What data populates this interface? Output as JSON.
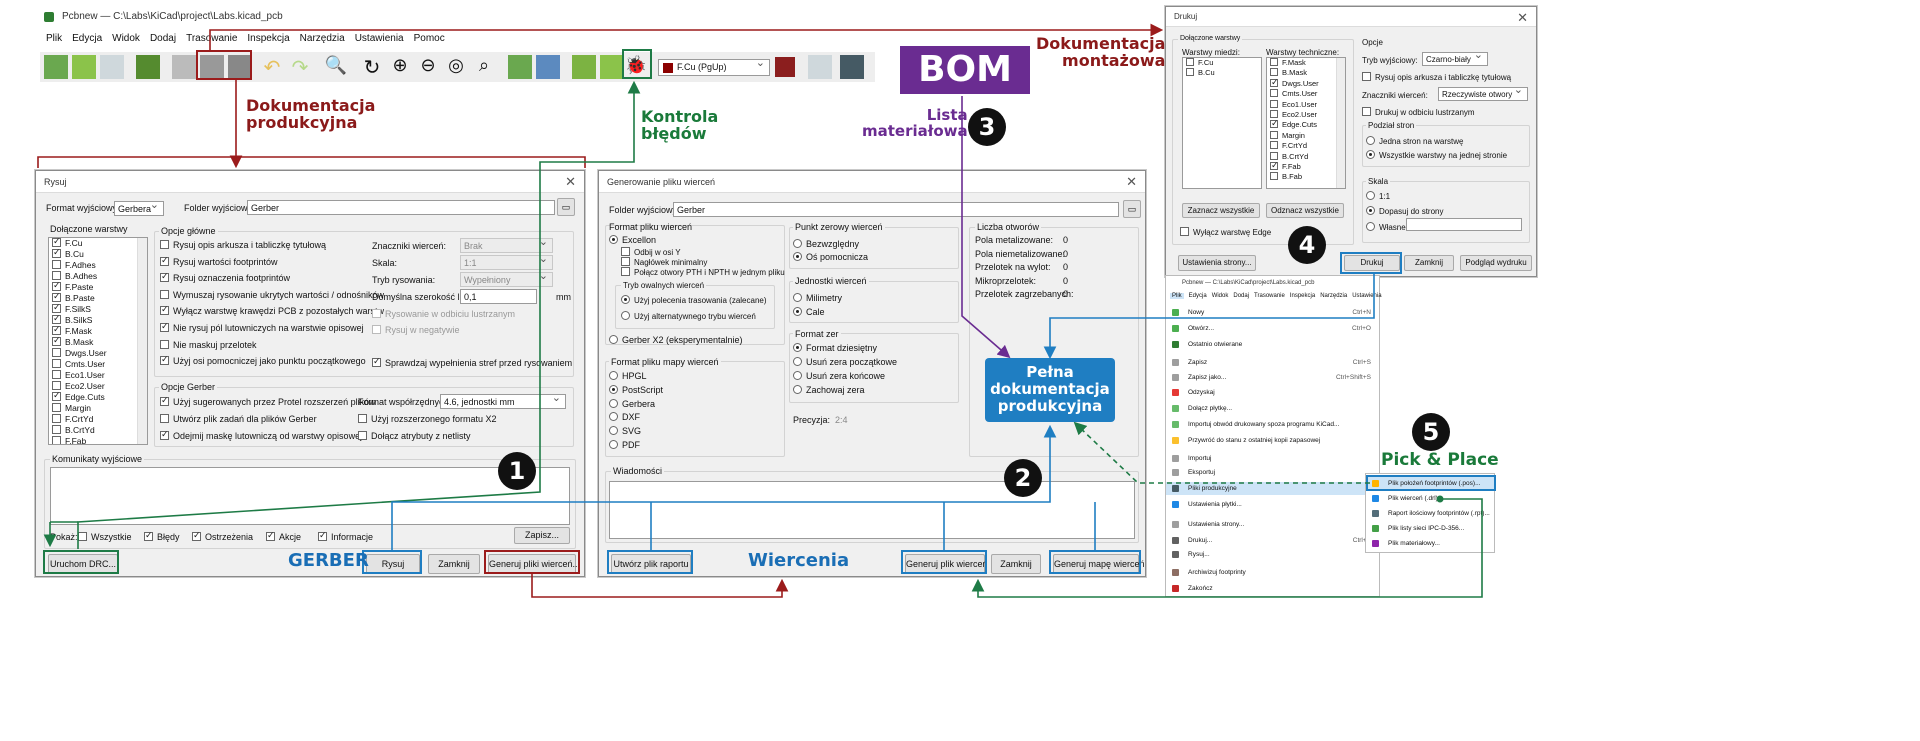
{
  "main": {
    "title": "Pcbnew — C:\\Labs\\KiCad\\project\\Labs.kicad_pcb",
    "menu": [
      "Plik",
      "Edycja",
      "Widok",
      "Dodaj",
      "Trasowanie",
      "Inspekcja",
      "Narzędzia",
      "Ustawienia",
      "Pomoc"
    ],
    "layer_select": "F.Cu (PgUp)"
  },
  "annotations": {
    "dok_prod": "Dokumentacja\nprodukcyjna",
    "kontrola": "Kontrola\nbłędów",
    "bom": "BOM",
    "lista": "Lista\nmateriałowa",
    "dok_mont": "Dokumentacja\nmontażowa",
    "pelna": "Pełna\ndokumentacja\nprodukcyjna",
    "gerber": "GERBER",
    "wiercenia": "Wiercenia",
    "pick_place": "Pick & Place",
    "n1": "1",
    "n2": "2",
    "n3": "3",
    "n4": "4",
    "n5": "5"
  },
  "rysuj": {
    "title": "Rysuj",
    "format_label": "Format wyjściowy:",
    "format_value": "Gerbera",
    "folder_label": "Folder wyjściowy:",
    "folder_value": "Gerber",
    "layers_title": "Dołączone warstwy",
    "layers": [
      {
        "n": "F.Cu",
        "c": true
      },
      {
        "n": "B.Cu",
        "c": true
      },
      {
        "n": "F.Adhes",
        "c": false
      },
      {
        "n": "B.Adhes",
        "c": false
      },
      {
        "n": "F.Paste",
        "c": true
      },
      {
        "n": "B.Paste",
        "c": true
      },
      {
        "n": "F.SilkS",
        "c": true
      },
      {
        "n": "B.SilkS",
        "c": true
      },
      {
        "n": "F.Mask",
        "c": true
      },
      {
        "n": "B.Mask",
        "c": true
      },
      {
        "n": "Dwgs.User",
        "c": false
      },
      {
        "n": "Cmts.User",
        "c": false
      },
      {
        "n": "Eco1.User",
        "c": false
      },
      {
        "n": "Eco2.User",
        "c": false
      },
      {
        "n": "Edge.Cuts",
        "c": true
      },
      {
        "n": "Margin",
        "c": false
      },
      {
        "n": "F.CrtYd",
        "c": false
      },
      {
        "n": "B.CrtYd",
        "c": false
      },
      {
        "n": "F.Fab",
        "c": false
      }
    ],
    "general_title": "Opcje główne",
    "general": [
      {
        "t": "Rysuj opis arkusza i tabliczkę tytułową",
        "c": false
      },
      {
        "t": "Rysuj wartości footprintów",
        "c": true
      },
      {
        "t": "Rysuj oznaczenia footprintów",
        "c": true
      },
      {
        "t": "Wymuszaj rysowanie ukrytych wartości / odnośników",
        "c": false
      },
      {
        "t": "Wyłącz warstwę krawędzi PCB z pozostałych warstw",
        "c": true
      },
      {
        "t": "Nie rysuj pól lutowniczych na warstwie opisowej",
        "c": true
      },
      {
        "t": "Nie maskuj przelotek",
        "c": false
      },
      {
        "t": "Użyj osi pomocniczej jako punktu początkowego",
        "c": true
      }
    ],
    "znaczniki_label": "Znaczniki wierceń:",
    "znaczniki_value": "Brak",
    "skala_label": "Skala:",
    "skala_value": "1:1",
    "tryb_label": "Tryb rysowania:",
    "tryb_value": "Wypełniony",
    "szer_label": "Domyślna szerokość linii:",
    "szer_value": "0,1",
    "szer_unit": "mm",
    "lustro": "Rysowanie w odbiciu lustrzanym",
    "negatyw": "Rysuj w negatywie",
    "spr": "Sprawdzaj wypełnienia stref przed rysowaniem",
    "gerber_title": "Opcje Gerber",
    "g1": "Użyj sugerowanych przez Protel rozszerzeń plików",
    "g2": "Utwórz plik zadań dla plików Gerber",
    "g3": "Odejmij maskę lutowniczą od warstwy opisowej",
    "fmt_label": "Format współrzędnych:",
    "fmt_value": "4.6, jednostki mm",
    "x2": "Użyj rozszerzonego formatu X2",
    "netlist": "Dołącz atrybuty z netlisty",
    "kom_title": "Komunikaty wyjściowe",
    "pokaz": "Pokaż:",
    "f_all": "Wszystkie",
    "f_err": "Błędy",
    "f_warn": "Ostrzeżenia",
    "f_act": "Akcje",
    "f_info": "Informacje",
    "zapisz": "Zapisz...",
    "drc": "Uruchom DRC...",
    "rysuj_btn": "Rysuj",
    "zamknij": "Zamknij",
    "gen_wierc": "Generuj pliki wierceń..."
  },
  "drill": {
    "title": "Generowanie pliku wierceń",
    "folder_label": "Folder wyjściowy:",
    "folder_value": "Gerber",
    "fmt_title": "Format pliku wierceń",
    "excellon": "Excellon",
    "odbij": "Odbij w osi Y",
    "nagl": "Nagłówek minimalny",
    "polacz": "Połącz otwory PTH i NPTH w jednym pliku",
    "owal_title": "Tryb owalnych wierceń",
    "owal1": "Użyj polecenia trasowania (zalecane)",
    "owal2": "Użyj alternatywnego trybu wierceń",
    "gerberx2": "Gerber X2 (eksperymentalnie)",
    "mapa_title": "Format pliku mapy wierceń",
    "mapa": [
      "HPGL",
      "PostScript",
      "Gerbera",
      "DXF",
      "SVG",
      "PDF"
    ],
    "zero_title": "Punkt zerowy wierceń",
    "zero1": "Bezwzględny",
    "zero2": "Oś pomocnicza",
    "jedn_title": "Jednostki wierceń",
    "jedn1": "Milimetry",
    "jedn2": "Cale",
    "zer_title": "Format zer",
    "zer": [
      "Format dziesiętny",
      "Usuń zera początkowe",
      "Usuń zera końcowe",
      "Zachowaj zera"
    ],
    "prec_label": "Precyzja:",
    "prec_value": "2:4",
    "liczba_title": "Liczba otworów",
    "liczba": [
      {
        "k": "Pola metalizowane:",
        "v": "0"
      },
      {
        "k": "Pola niemetalizowane:",
        "v": "0"
      },
      {
        "k": "Przelotek na wylot:",
        "v": "0"
      },
      {
        "k": "Mikroprzelotek:",
        "v": "0"
      },
      {
        "k": "Przelotek zagrzebanych:",
        "v": "0"
      }
    ],
    "wiad_title": "Wiadomości",
    "raport": "Utwórz plik raportu",
    "gen_plik": "Generuj plik wierceń",
    "zamknij": "Zamknij",
    "gen_mape": "Generuj mapę wierceń"
  },
  "druk": {
    "title": "Drukuj",
    "dol_title": "Dołączone warstwy",
    "miedz_title": "Warstwy miedzi:",
    "miedz": [
      "F.Cu",
      "B.Cu"
    ],
    "tech_title": "Warstwy techniczne:",
    "tech": [
      {
        "n": "F.Mask",
        "c": false
      },
      {
        "n": "B.Mask",
        "c": false
      },
      {
        "n": "Dwgs.User",
        "c": true
      },
      {
        "n": "Cmts.User",
        "c": false
      },
      {
        "n": "Eco1.User",
        "c": false
      },
      {
        "n": "Eco2.User",
        "c": false
      },
      {
        "n": "Edge.Cuts",
        "c": true
      },
      {
        "n": "Margin",
        "c": false
      },
      {
        "n": "F.CrtYd",
        "c": false
      },
      {
        "n": "B.CrtYd",
        "c": false
      },
      {
        "n": "F.Fab",
        "c": true
      },
      {
        "n": "B.Fab",
        "c": false
      }
    ],
    "zaznacz": "Zaznacz wszystkie",
    "odznacz": "Odznacz wszystkie",
    "wylacz": "Wyłącz warstwę Edge",
    "opcje_title": "Opcje",
    "tryb_label": "Tryb wyjściowy:",
    "tryb_value": "Czarno-biały",
    "rysuj_opis": "Rysuj opis arkusza i tabliczkę tytułową",
    "znacz_label": "Znaczniki wierceń:",
    "znacz_value": "Rzeczywiste otwory",
    "lustro": "Drukuj w odbiciu lustrzanym",
    "podzial_title": "Podział stron",
    "podzial1": "Jedna stron na warstwę",
    "podzial2": "Wszystkie warstwy na jednej stronie",
    "skala_title": "Skala",
    "skala1": "1:1",
    "skala2": "Dopasuj do strony",
    "skala3": "Własne:",
    "ustaw": "Ustawienia strony...",
    "drukuj": "Drukuj",
    "zamknij": "Zamknij",
    "podglad": "Podgląd wydruku"
  },
  "filemenu": {
    "title": "Pcbnew — C:\\Labs\\KiCad\\project\\Labs.kicad_pcb",
    "menubar": [
      "Plik",
      "Edycja",
      "Widok",
      "Dodaj",
      "Trasowanie",
      "Inspekcja",
      "Narzędzia",
      "Ustawienia"
    ],
    "items": [
      {
        "t": "Nowy",
        "s": "Ctrl+N"
      },
      {
        "t": "Otwórz...",
        "s": "Ctrl+O"
      },
      {
        "t": "Ostatnio otwierane",
        "s": ""
      },
      {
        "t": "Zapisz",
        "s": "Ctrl+S"
      },
      {
        "t": "Zapisz jako...",
        "s": "Ctrl+Shift+S"
      },
      {
        "t": "Odzyskaj",
        "s": ""
      },
      {
        "t": "Dołącz płytkę...",
        "s": ""
      },
      {
        "t": "Importuj obwód drukowany spoza programu KiCad...",
        "s": ""
      },
      {
        "t": "Przywróć do stanu z ostatniej kopii zapasowej",
        "s": ""
      },
      {
        "t": "Importuj",
        "s": ""
      },
      {
        "t": "Eksportuj",
        "s": ""
      },
      {
        "t": "Pliki produkcyjne",
        "s": ""
      },
      {
        "t": "Ustawienia płytki...",
        "s": ""
      },
      {
        "t": "Ustawienia strony...",
        "s": ""
      },
      {
        "t": "Drukuj...",
        "s": "Ctrl+P"
      },
      {
        "t": "Rysuj...",
        "s": ""
      },
      {
        "t": "Archiwizuj footprinty",
        "s": ""
      },
      {
        "t": "Zakończ",
        "s": ""
      }
    ],
    "submenu": [
      "Plik położeń footprintów (.pos)...",
      "Plik wierceń (.drl)...",
      "Raport ilościowy footprintów (.rpt)...",
      "Plik listy sieci IPC-D-356...",
      "Plik materiałowy..."
    ]
  }
}
